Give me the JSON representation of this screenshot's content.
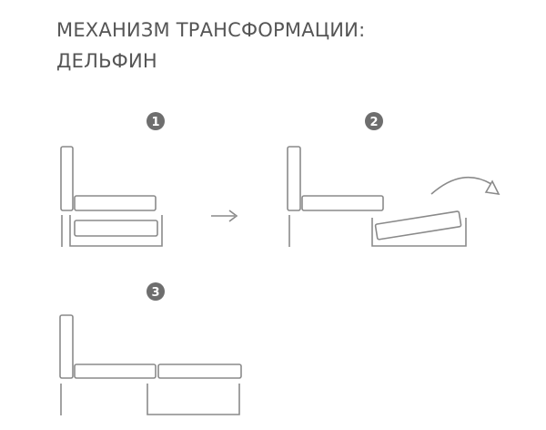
{
  "title": {
    "line1": "МЕХАНИЗМ ТРАНСФОРМАЦИИ:",
    "line2": "ДЕЛЬФИН"
  },
  "steps": [
    {
      "number": "1"
    },
    {
      "number": "2"
    },
    {
      "number": "3"
    }
  ],
  "colors": {
    "title": "#555555",
    "outline": "#8a8a8a",
    "badge": "#6e6e6e"
  }
}
